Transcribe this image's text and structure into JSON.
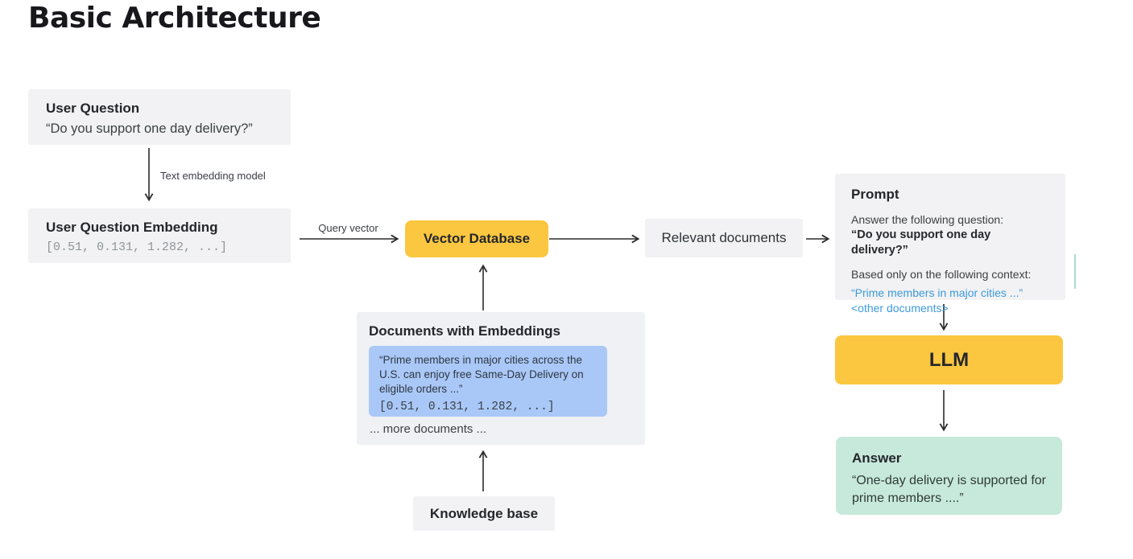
{
  "title": "Basic Architecture",
  "colors": {
    "box_gray": "#f2f2f4",
    "accent_yellow": "#fbc740",
    "chip_blue": "#a9c8f7",
    "answer_mint": "#c7e9db",
    "link_blue": "#3d9bdc",
    "arrow": "#2b2b2b"
  },
  "nodes": {
    "user_question": {
      "title": "User Question",
      "text": "“Do you support one day delivery?”"
    },
    "user_question_embedding": {
      "title": "User Question Embedding",
      "vector": "[0.51, 0.131, 1.282, ...]"
    },
    "vector_database": {
      "label": "Vector Database"
    },
    "relevant_documents": {
      "label": "Relevant documents"
    },
    "prompt": {
      "title": "Prompt",
      "instruction": "Answer the following question:",
      "question": "“Do you support one day delivery?”",
      "context_intro": "Based only on the following context:",
      "context_doc": "“Prime members in major cities ...”",
      "other_docs": "<other documents>"
    },
    "llm": {
      "label": "LLM"
    },
    "answer": {
      "title": "Answer",
      "text": "“One-day delivery is supported for prime members ....”"
    },
    "documents_with_embeddings": {
      "title": "Documents with Embeddings",
      "doc_text": "“Prime members in major cities across the U.S. can enjoy free Same-Day Delivery on eligible orders ...”",
      "vector": "[0.51, 0.131, 1.282, ...]",
      "more": "... more documents ..."
    },
    "knowledge_base": {
      "label": "Knowledge base"
    }
  },
  "edge_labels": {
    "text_embedding_model": "Text embedding model",
    "query_vector": "Query vector"
  }
}
